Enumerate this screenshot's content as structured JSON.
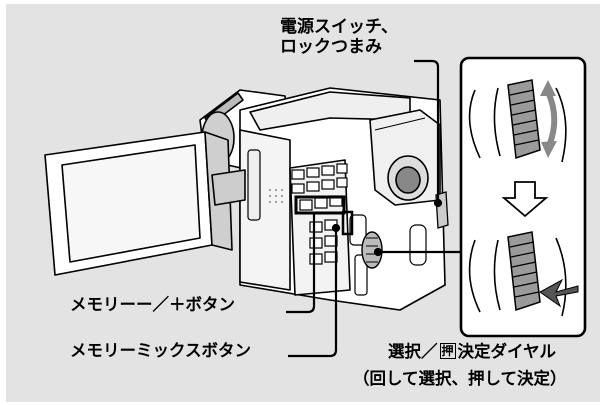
{
  "labels": {
    "power_line1": "電源スイッチ、",
    "power_line2": "ロックつまみ",
    "memory_pm": "メモリーー／＋ボタン",
    "memory_mix": "メモリーミックスボタン",
    "dial_pre": "選択／",
    "dial_boxed": "押",
    "dial_post": "決定ダイヤル",
    "dial_sub": "（回して選択、押して決定）"
  },
  "colors": {
    "panel": "#e3e3e3",
    "line": "#000000",
    "arrow_fill": "#ffffff"
  },
  "icons": [
    "camcorder-illustration",
    "rotate-arrow-icon",
    "down-arrow-icon",
    "press-arrow-icon"
  ]
}
